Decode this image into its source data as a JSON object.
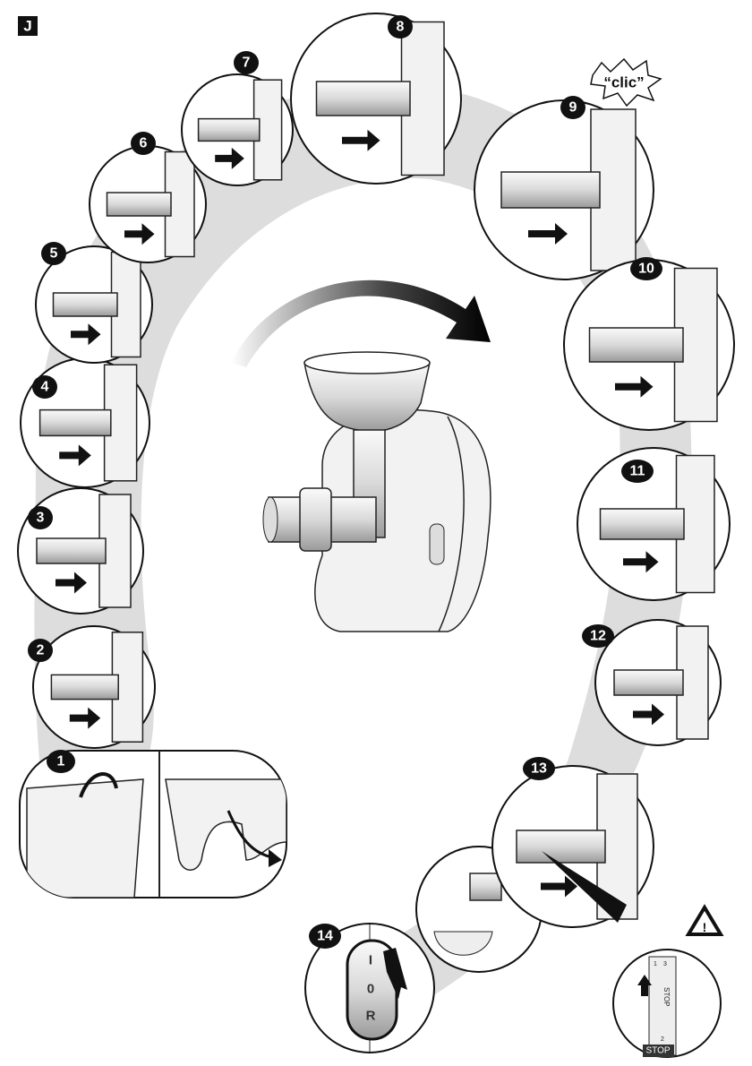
{
  "section_letter": "J",
  "steps": [
    {
      "number": "1"
    },
    {
      "number": "2"
    },
    {
      "number": "3"
    },
    {
      "number": "4"
    },
    {
      "number": "5"
    },
    {
      "number": "6"
    },
    {
      "number": "7"
    },
    {
      "number": "8"
    },
    {
      "number": "9",
      "sound_label": "“clic”"
    },
    {
      "number": "10"
    },
    {
      "number": "11"
    },
    {
      "number": "12"
    },
    {
      "number": "13",
      "dial_label": "STOP",
      "dial_marks": [
        "1",
        "2",
        "3"
      ],
      "warning_icon": "warning-triangle-icon"
    },
    {
      "number": "14",
      "switch_positions": [
        "I",
        "0",
        "R"
      ]
    }
  ],
  "colors": {
    "ink": "#111111",
    "shadow": "#c8c8c8",
    "badge": "#111111"
  }
}
